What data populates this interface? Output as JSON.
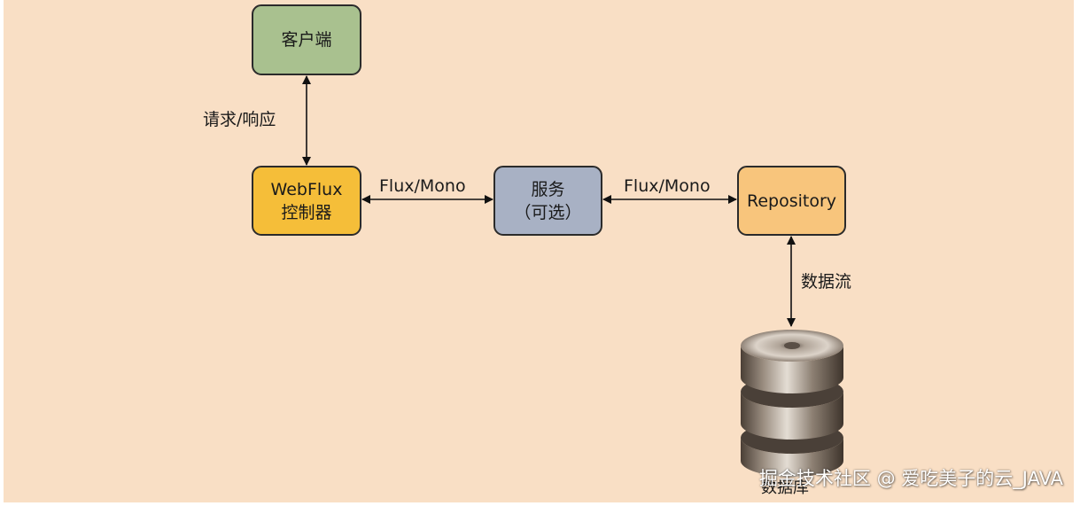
{
  "nodes": {
    "client": "客户端",
    "webflux": [
      "WebFlux",
      "控制器"
    ],
    "service": [
      "服务",
      "（可选）"
    ],
    "repository": "Repository",
    "database": "数据库"
  },
  "edges": {
    "client_webflux": "请求/响应",
    "webflux_service": "Flux/Mono",
    "service_repository": "Flux/Mono",
    "repository_database": "数据流"
  },
  "watermark": "掘金技术社区 @ 爱吃美子的云_JAVA",
  "colors": {
    "background": "#f9dfc5",
    "client": "#a9c18f",
    "webflux": "#f5be39",
    "service": "#a8b1c4",
    "repository": "#f8c57c"
  },
  "icons": {
    "database": "database-cylinder-icon"
  }
}
